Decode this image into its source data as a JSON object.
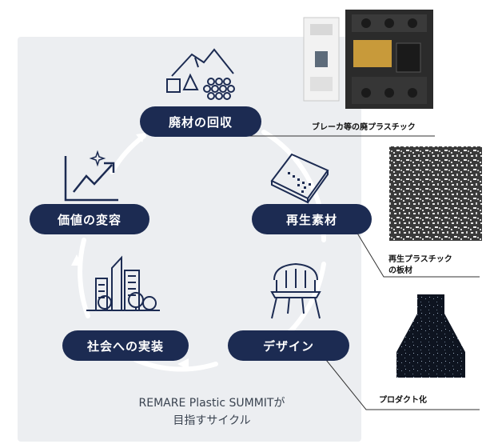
{
  "cycle_steps": [
    {
      "label": "廃材の回収",
      "icon": "recycled-materials-icon"
    },
    {
      "label": "再生素材",
      "icon": "material-sheet-icon"
    },
    {
      "label": "デザイン",
      "icon": "chair-icon"
    },
    {
      "label": "社会への実装",
      "icon": "city-icon"
    },
    {
      "label": "価値の変容",
      "icon": "growth-chart-icon"
    }
  ],
  "callouts": {
    "breaker": "ブレーカ等の廃プラスチック",
    "board_line1": "再生プラスチック",
    "board_line2": "の板材",
    "product": "プロダクト化"
  },
  "footer": {
    "line1": "REMARE Plastic SUMMITが",
    "line2": "目指すサイクル"
  },
  "colors": {
    "pill": "#1c2b52",
    "panel": "#eceef1",
    "cycle_ring": "#ffffff"
  }
}
